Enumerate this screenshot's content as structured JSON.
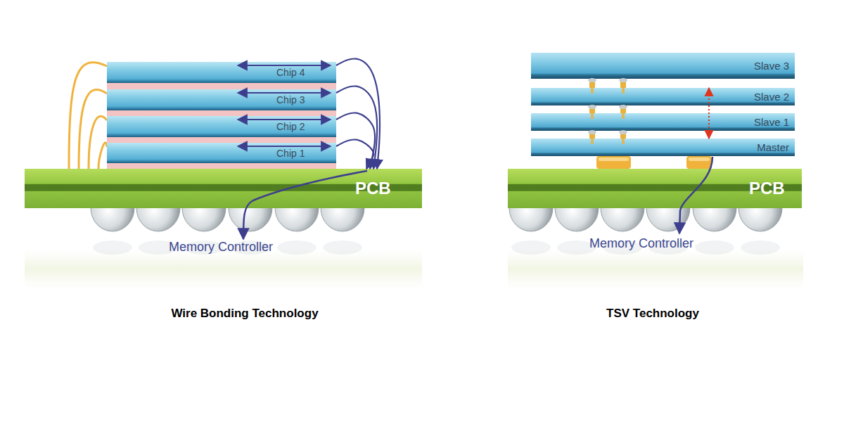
{
  "diagram": {
    "nodes": [
      {
        "text": [
          "Chip 4"
        ]
      },
      {
        "text": [
          "Chip 3"
        ]
      },
      {
        "text": [
          "Chip 2"
        ]
      },
      {
        "text": [
          "Chip 1"
        ]
      },
      {
        "text": [
          "PCB"
        ]
      },
      {
        "text": [
          "Slave 3"
        ]
      },
      {
        "text": [
          "Slave 2"
        ]
      },
      {
        "text": [
          "Slave 1"
        ]
      },
      {
        "text": [
          "Master"
        ]
      },
      {
        "text": [
          "PCB"
        ]
      }
    ],
    "edges": [
      {
        "from": 0,
        "to": 4,
        "arrow": "to"
      },
      {
        "from": 1,
        "to": 4,
        "arrow": "to"
      },
      {
        "from": 2,
        "to": 4,
        "arrow": "to"
      },
      {
        "from": 3,
        "to": 4,
        "arrow": "to"
      },
      {
        "from": 6,
        "to": 8,
        "arrow": "both"
      }
    ],
    "labels": [
      "Memory Controller",
      "Wire Bonding Technology",
      "Memory Controller",
      "TSV Technology"
    ]
  }
}
